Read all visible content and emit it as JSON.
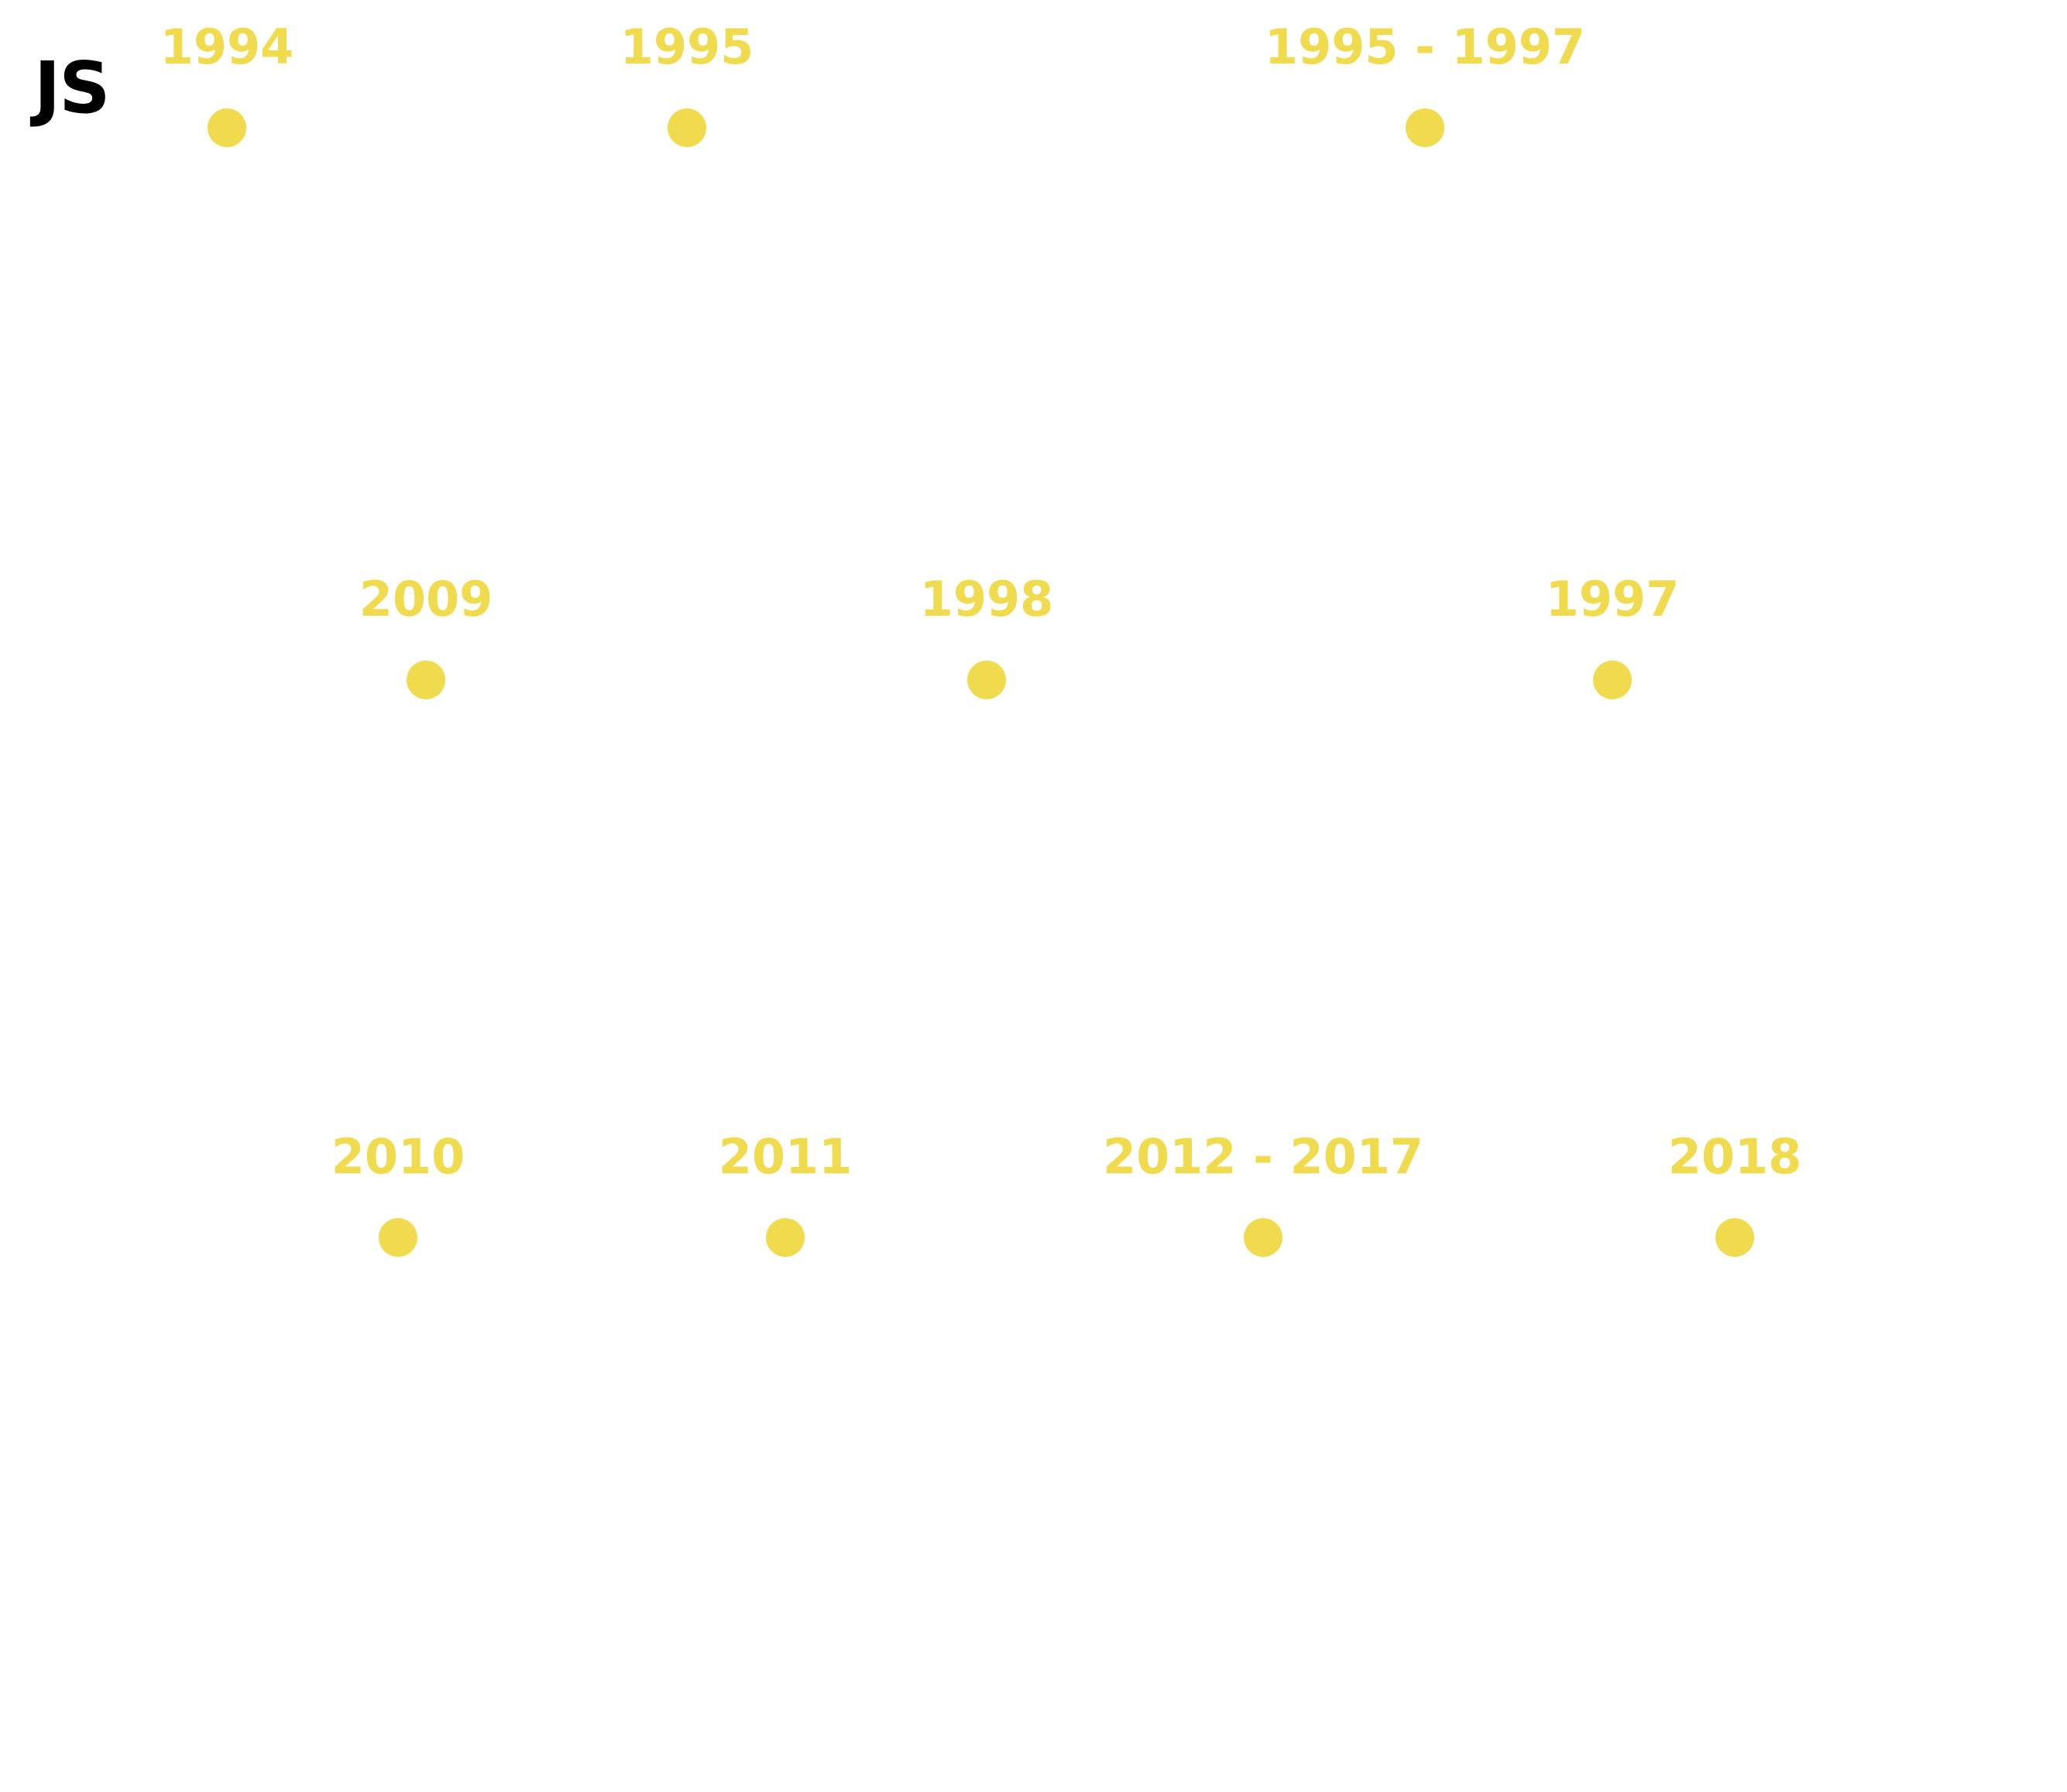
{
  "logo": {
    "text": "JS"
  },
  "colors": {
    "accent": "#F0DB4F",
    "logo": "#000000",
    "background": "#FFFFFF"
  },
  "timeline": {
    "milestones": [
      {
        "label": "1994"
      },
      {
        "label": "1995"
      },
      {
        "label": "1995 - 1997"
      },
      {
        "label": "2009"
      },
      {
        "label": "1998"
      },
      {
        "label": "1997"
      },
      {
        "label": "2010"
      },
      {
        "label": "2011"
      },
      {
        "label": "2012 - 2017"
      },
      {
        "label": "2018"
      }
    ]
  }
}
